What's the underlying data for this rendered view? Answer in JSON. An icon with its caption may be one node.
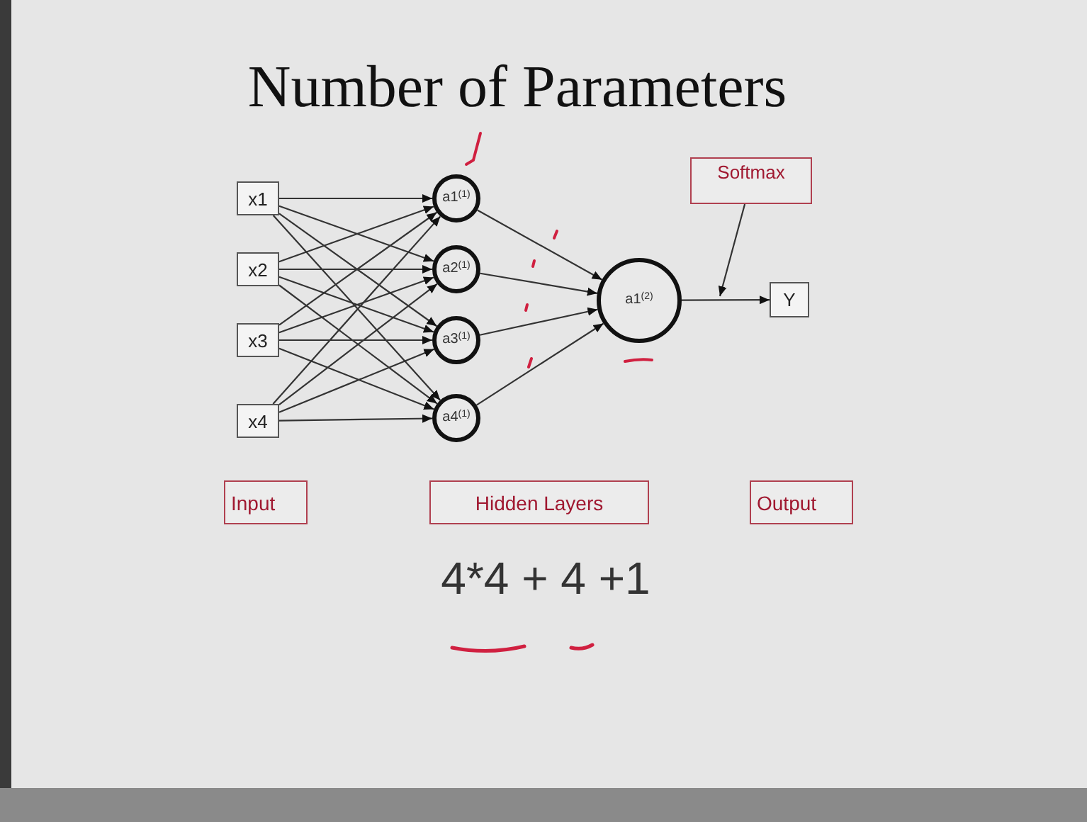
{
  "diagram": {
    "title": "Number of Parameters",
    "nodes": [
      {
        "text": [
          "x1"
        ]
      },
      {
        "text": [
          "x2"
        ]
      },
      {
        "text": [
          "x3"
        ]
      },
      {
        "text": [
          "x4"
        ]
      },
      {
        "text": [
          "a1$^{(1)}$"
        ]
      },
      {
        "text": [
          "a2$^{(1)}$"
        ]
      },
      {
        "text": [
          "a3$^{(1)}$"
        ]
      },
      {
        "text": [
          "a4$^{(1)}$"
        ]
      },
      {
        "text": [
          "a1$^{(2)}$"
        ]
      },
      {
        "text": [
          "Y"
        ]
      },
      {
        "text": [
          "Softmax"
        ]
      },
      {
        "text": [
          "Input"
        ]
      },
      {
        "text": [
          "Hidden Layers"
        ]
      },
      {
        "text": [
          "Output"
        ]
      }
    ],
    "edges": [
      {
        "from": 0,
        "to": 4,
        "arrow": "to"
      },
      {
        "from": 0,
        "to": 5,
        "arrow": "to"
      },
      {
        "from": 0,
        "to": 6,
        "arrow": "to"
      },
      {
        "from": 0,
        "to": 7,
        "arrow": "to"
      },
      {
        "from": 1,
        "to": 4,
        "arrow": "to"
      },
      {
        "from": 1,
        "to": 5,
        "arrow": "to"
      },
      {
        "from": 1,
        "to": 6,
        "arrow": "to"
      },
      {
        "from": 1,
        "to": 7,
        "arrow": "to"
      },
      {
        "from": 2,
        "to": 4,
        "arrow": "to"
      },
      {
        "from": 2,
        "to": 5,
        "arrow": "to"
      },
      {
        "from": 2,
        "to": 6,
        "arrow": "to"
      },
      {
        "from": 2,
        "to": 7,
        "arrow": "to"
      },
      {
        "from": 3,
        "to": 4,
        "arrow": "to"
      },
      {
        "from": 3,
        "to": 5,
        "arrow": "to"
      },
      {
        "from": 3,
        "to": 6,
        "arrow": "to"
      },
      {
        "from": 3,
        "to": 7,
        "arrow": "to"
      },
      {
        "from": 4,
        "to": 8,
        "arrow": "to"
      },
      {
        "from": 5,
        "to": 8,
        "arrow": "to"
      },
      {
        "from": 6,
        "to": 8,
        "arrow": "to"
      },
      {
        "from": 7,
        "to": 8,
        "arrow": "to"
      },
      {
        "from": 8,
        "to": 9,
        "arrow": "to"
      },
      {
        "from": 10,
        "to": null,
        "arrow": "to"
      }
    ],
    "labels": [
      "4*4 + 4 +1"
    ]
  }
}
